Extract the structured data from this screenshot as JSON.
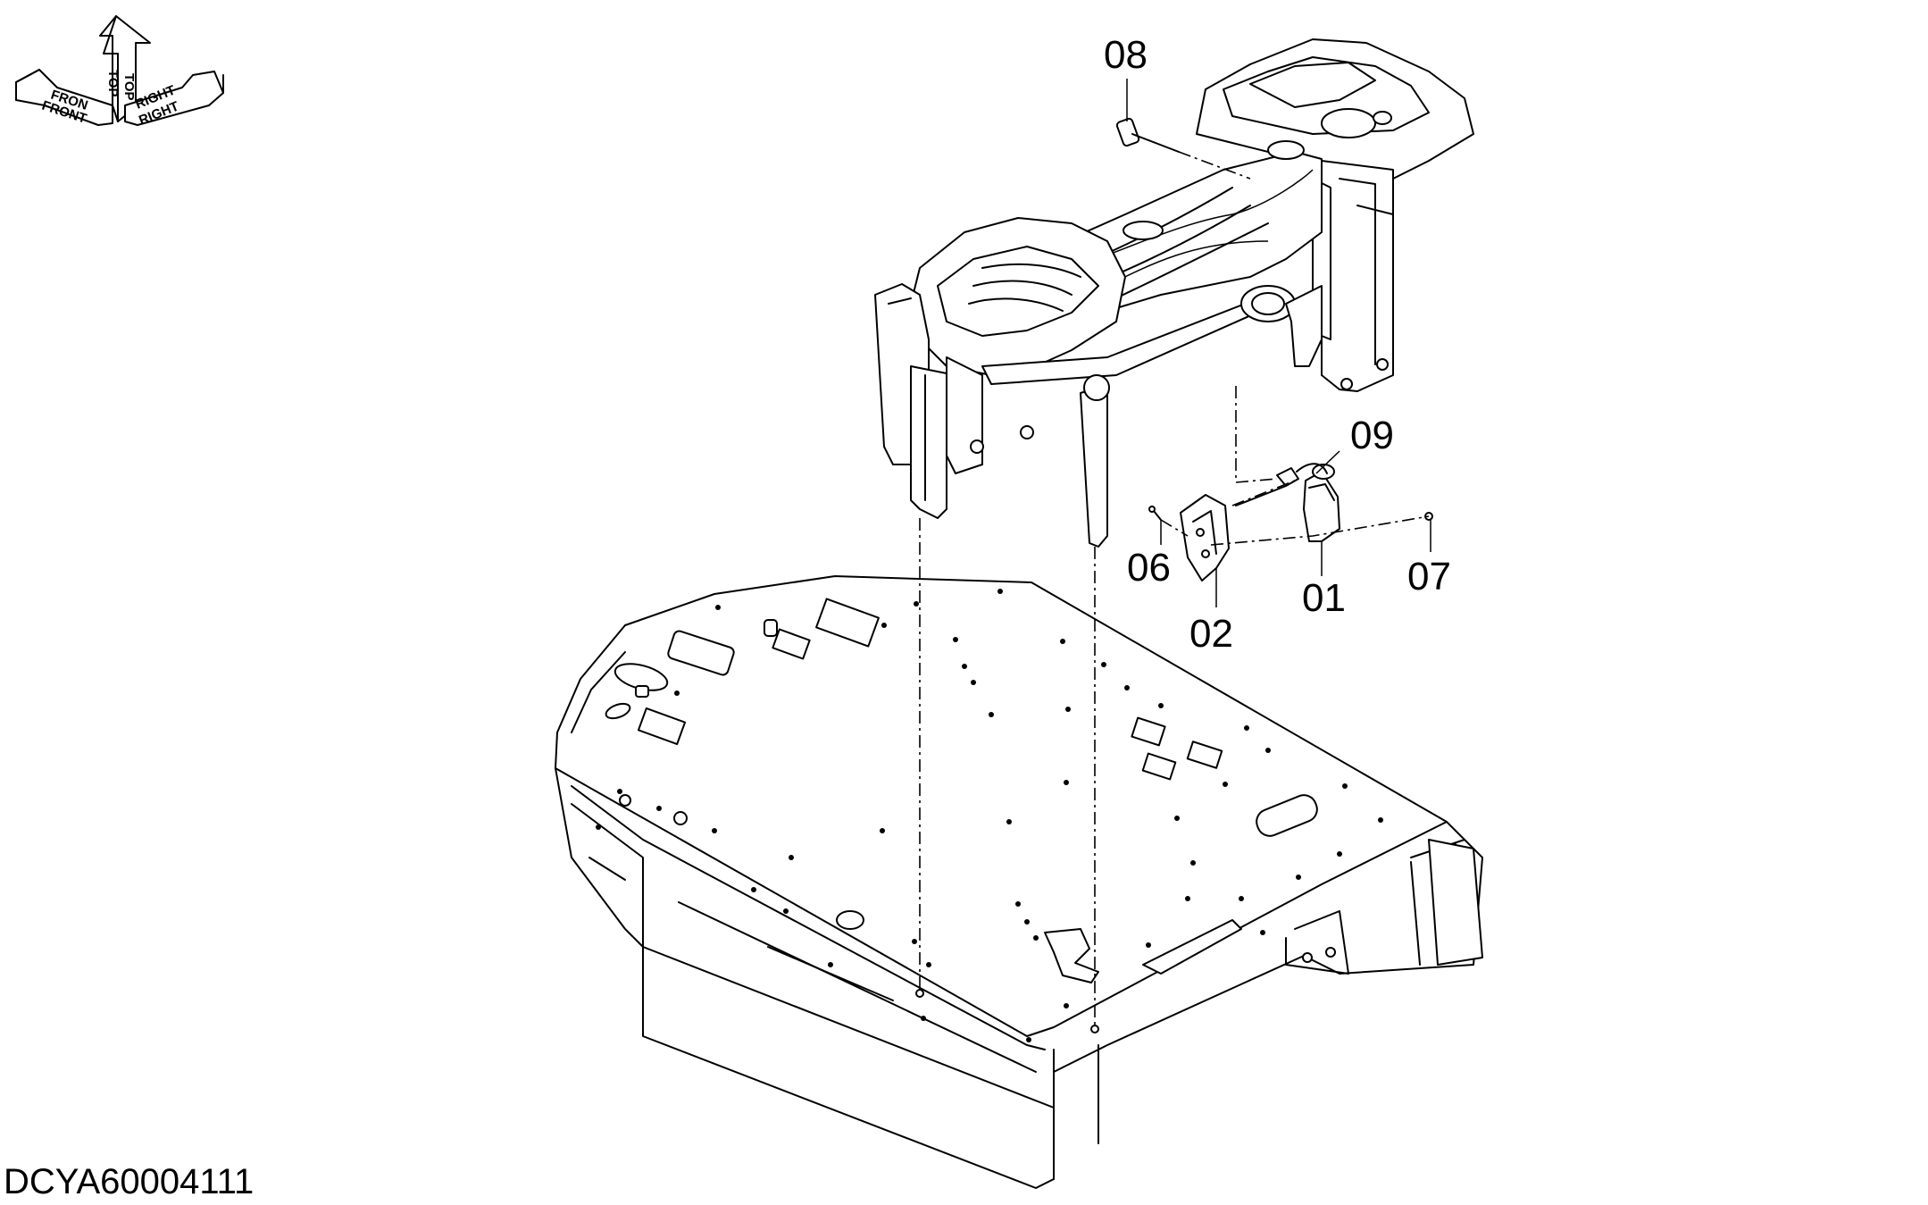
{
  "callouts": [
    {
      "id": "08",
      "label": "08"
    },
    {
      "id": "09",
      "label": "09"
    },
    {
      "id": "06",
      "label": "06"
    },
    {
      "id": "02",
      "label": "02"
    },
    {
      "id": "01",
      "label": "01"
    },
    {
      "id": "07",
      "label": "07"
    }
  ],
  "drawing_code": "DCYA60004111",
  "orientation": {
    "front": "FRONT",
    "front_shadow": "FRON",
    "top": "TOP",
    "top_shadow": "TOP",
    "right": "RIGHT",
    "right_shadow": "RIGHT"
  },
  "colors": {
    "line": "#000000",
    "background": "#ffffff"
  }
}
